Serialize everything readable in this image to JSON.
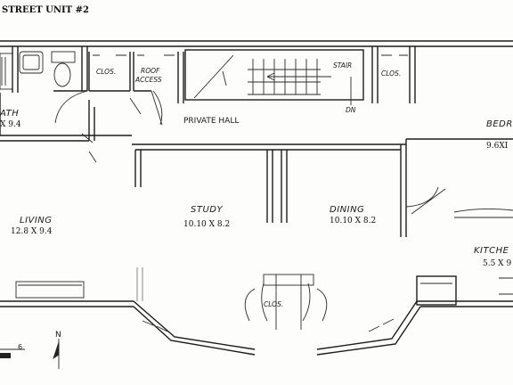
{
  "title": "STREET UNIT #2",
  "rooms": {
    "bath": {
      "name": "ATH",
      "dim": "X 9.4"
    },
    "closet1": {
      "name": "CLOS."
    },
    "roof_access": {
      "name": "ROOF",
      "name2": "ACCESS"
    },
    "stair": {
      "name": "STAIR"
    },
    "dn": {
      "name": "DN"
    },
    "closet2": {
      "name": "CLOS."
    },
    "hall": {
      "name": "PRIVATE   HALL"
    },
    "bedroom": {
      "name": "BEDR",
      "dim": "9.6XI"
    },
    "living": {
      "name": "LIVING",
      "dim": "12.8 X 9.4"
    },
    "study": {
      "name": "STUDY",
      "dim": "10.10 X 8.2"
    },
    "dining": {
      "name": "DINING",
      "dim": "10.10 X 8.2"
    },
    "kitchen": {
      "name": "KITCHE",
      "dim": "5.5 X 9"
    },
    "closet3": {
      "name": "CLOS."
    }
  },
  "north": {
    "label": "N"
  },
  "scale": {
    "label": "6"
  }
}
